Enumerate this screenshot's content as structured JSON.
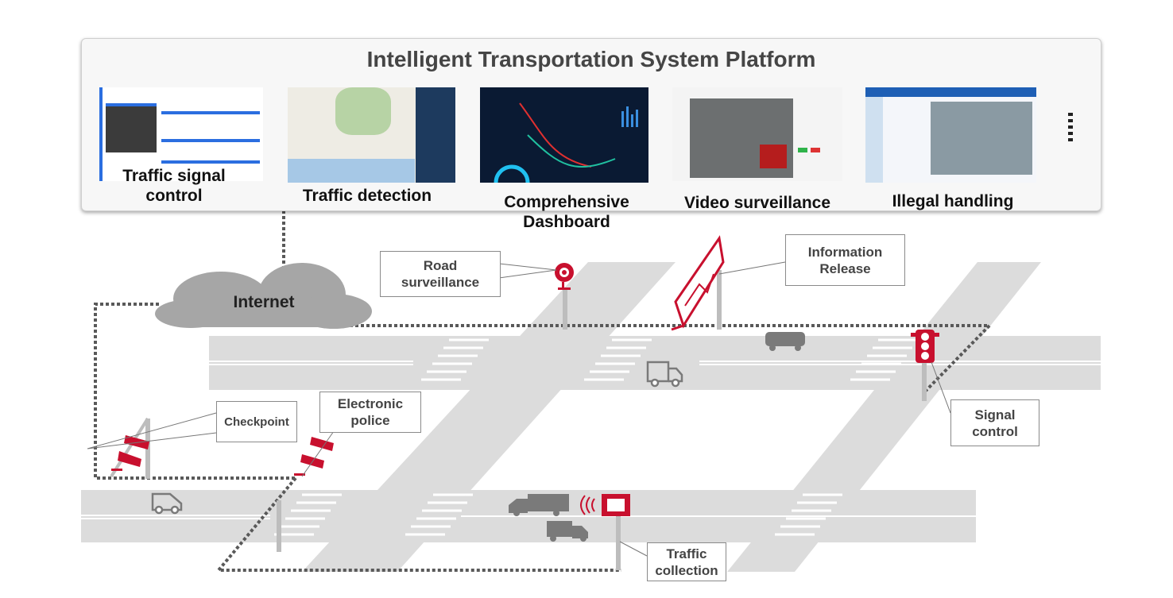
{
  "platform": {
    "title": "Intelligent Transportation System Platform",
    "modules": [
      {
        "label_line1": "Traffic signal",
        "label_line2": "control"
      },
      {
        "label_line1": "Traffic detection",
        "label_line2": ""
      },
      {
        "label_line1": "Comprehensive",
        "label_line2": "Dashboard"
      },
      {
        "label_line1": "Video surveillance",
        "label_line2": ""
      },
      {
        "label_line1": "Illegal handling",
        "label_line2": ""
      }
    ],
    "more_icon": "vertical-ellipsis"
  },
  "network": {
    "internet_label": "Internet"
  },
  "callouts": {
    "road_surveillance": [
      "Road",
      "surveillance"
    ],
    "information_release": [
      "Information",
      "Release"
    ],
    "signal_control": [
      "Signal",
      "control"
    ],
    "checkpoint": "Checkpoint",
    "electronic_police": [
      "Electronic",
      "police"
    ],
    "traffic_collection": [
      "Traffic",
      "collection"
    ]
  },
  "colors": {
    "accent": "#c8102e",
    "road": "#dcdcdc",
    "line": "#595959",
    "vehicle": "#7a7a7a"
  }
}
